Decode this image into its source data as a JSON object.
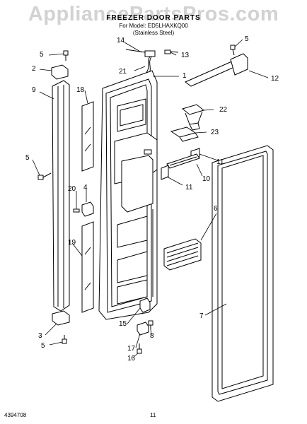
{
  "header": {
    "watermark": "AppliancePartsPros.com",
    "title": "FREEZER DOOR PARTS",
    "model_line": "For Model: ED5LHAXKQ00",
    "finish_line": "(Stainless Steel)"
  },
  "footer": {
    "part_number": "4394708",
    "page_number": "11"
  },
  "callouts": [
    "1",
    "2",
    "3",
    "4",
    "5",
    "5",
    "5",
    "5",
    "6",
    "7",
    "8",
    "9",
    "10",
    "11",
    "11",
    "12",
    "13",
    "14",
    "15",
    "16",
    "17",
    "18",
    "19",
    "20",
    "21",
    "22",
    "23"
  ]
}
